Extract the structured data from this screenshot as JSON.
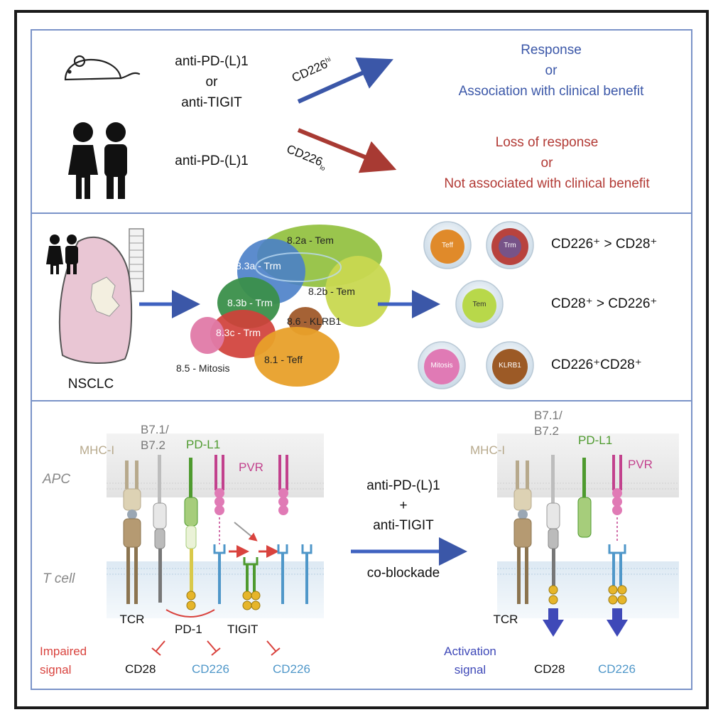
{
  "panel1": {
    "treatment_mouse": [
      "anti-PD-(L)1",
      "or",
      "anti-TIGIT"
    ],
    "treatment_human": "anti-PD-(L)1",
    "cd226_hi": "CD226",
    "cd226_hi_sup": "hi",
    "cd226_lo": "CD226",
    "cd226_lo_sup": "lo",
    "response": [
      "Response",
      "or",
      "Association with clinical benefit"
    ],
    "loss": [
      "Loss of response",
      "or",
      "Not associated with clinical benefit"
    ],
    "colors": {
      "positive": "#3b57a8",
      "negative": "#b23a35"
    }
  },
  "panel2": {
    "tumor_label": "NSCLC",
    "clusters": [
      {
        "label": "8.2a - Tem",
        "color": "#8fbf3a"
      },
      {
        "label": "8.3a - Trm",
        "color": "#4a7fc8"
      },
      {
        "label": "8.2b - Tem",
        "color": "#c8d850"
      },
      {
        "label": "8.3b - Trm",
        "color": "#3a8f4a"
      },
      {
        "label": "8.6 - KLRB1",
        "color": "#a05a2a"
      },
      {
        "label": "8.3c - Trm",
        "color": "#d0403a"
      },
      {
        "label": "8.1 - Teff",
        "color": "#e8a02a"
      },
      {
        "label": "8.5 - Mitosis",
        "color": "#e07aa8"
      }
    ],
    "cells": [
      {
        "label": "Teff",
        "color": "#e08a2a"
      },
      {
        "label": "Trm",
        "color": "#b8433e"
      },
      {
        "label": "Tem",
        "color": "#b8d84a"
      },
      {
        "label": "Mitosis",
        "color": "#e07ab5"
      },
      {
        "label": "KLRB1",
        "color": "#9c5a26"
      }
    ],
    "relations": [
      "CD226⁺ > CD28⁺",
      "CD28⁺ > CD226⁺",
      "CD226⁺CD28⁺"
    ]
  },
  "panel3": {
    "left": {
      "mhc": "MHC-I",
      "b7": [
        "B7.1/",
        "B7.2"
      ],
      "pdl1": "PD-L1",
      "pvr": "PVR",
      "apc": "APC",
      "tcell": "T cell",
      "tcr": "TCR",
      "pd1": "PD-1",
      "tigit": "TIGIT",
      "signal": [
        "Impaired",
        "signal"
      ],
      "cd28": "CD28",
      "cd226_a": "CD226",
      "cd226_b": "CD226"
    },
    "treatment": [
      "anti-PD-(L)1",
      "+",
      "anti-TIGIT"
    ],
    "treatment_sub": "co-blockade",
    "right": {
      "mhc": "MHC-I",
      "b7": [
        "B7.1/",
        "B7.2"
      ],
      "pdl1": "PD-L1",
      "pvr": "PVR",
      "tcr": "TCR",
      "signal": [
        "Activation",
        "signal"
      ],
      "cd28": "CD28",
      "cd226": "CD226"
    },
    "colors": {
      "mhc": "#b7a98c",
      "pdl1": "#4e9a2e",
      "pvr": "#c2418d",
      "cd226": "#4f97c9",
      "impaired": "#d9433e",
      "activation": "#3f49b8"
    }
  }
}
